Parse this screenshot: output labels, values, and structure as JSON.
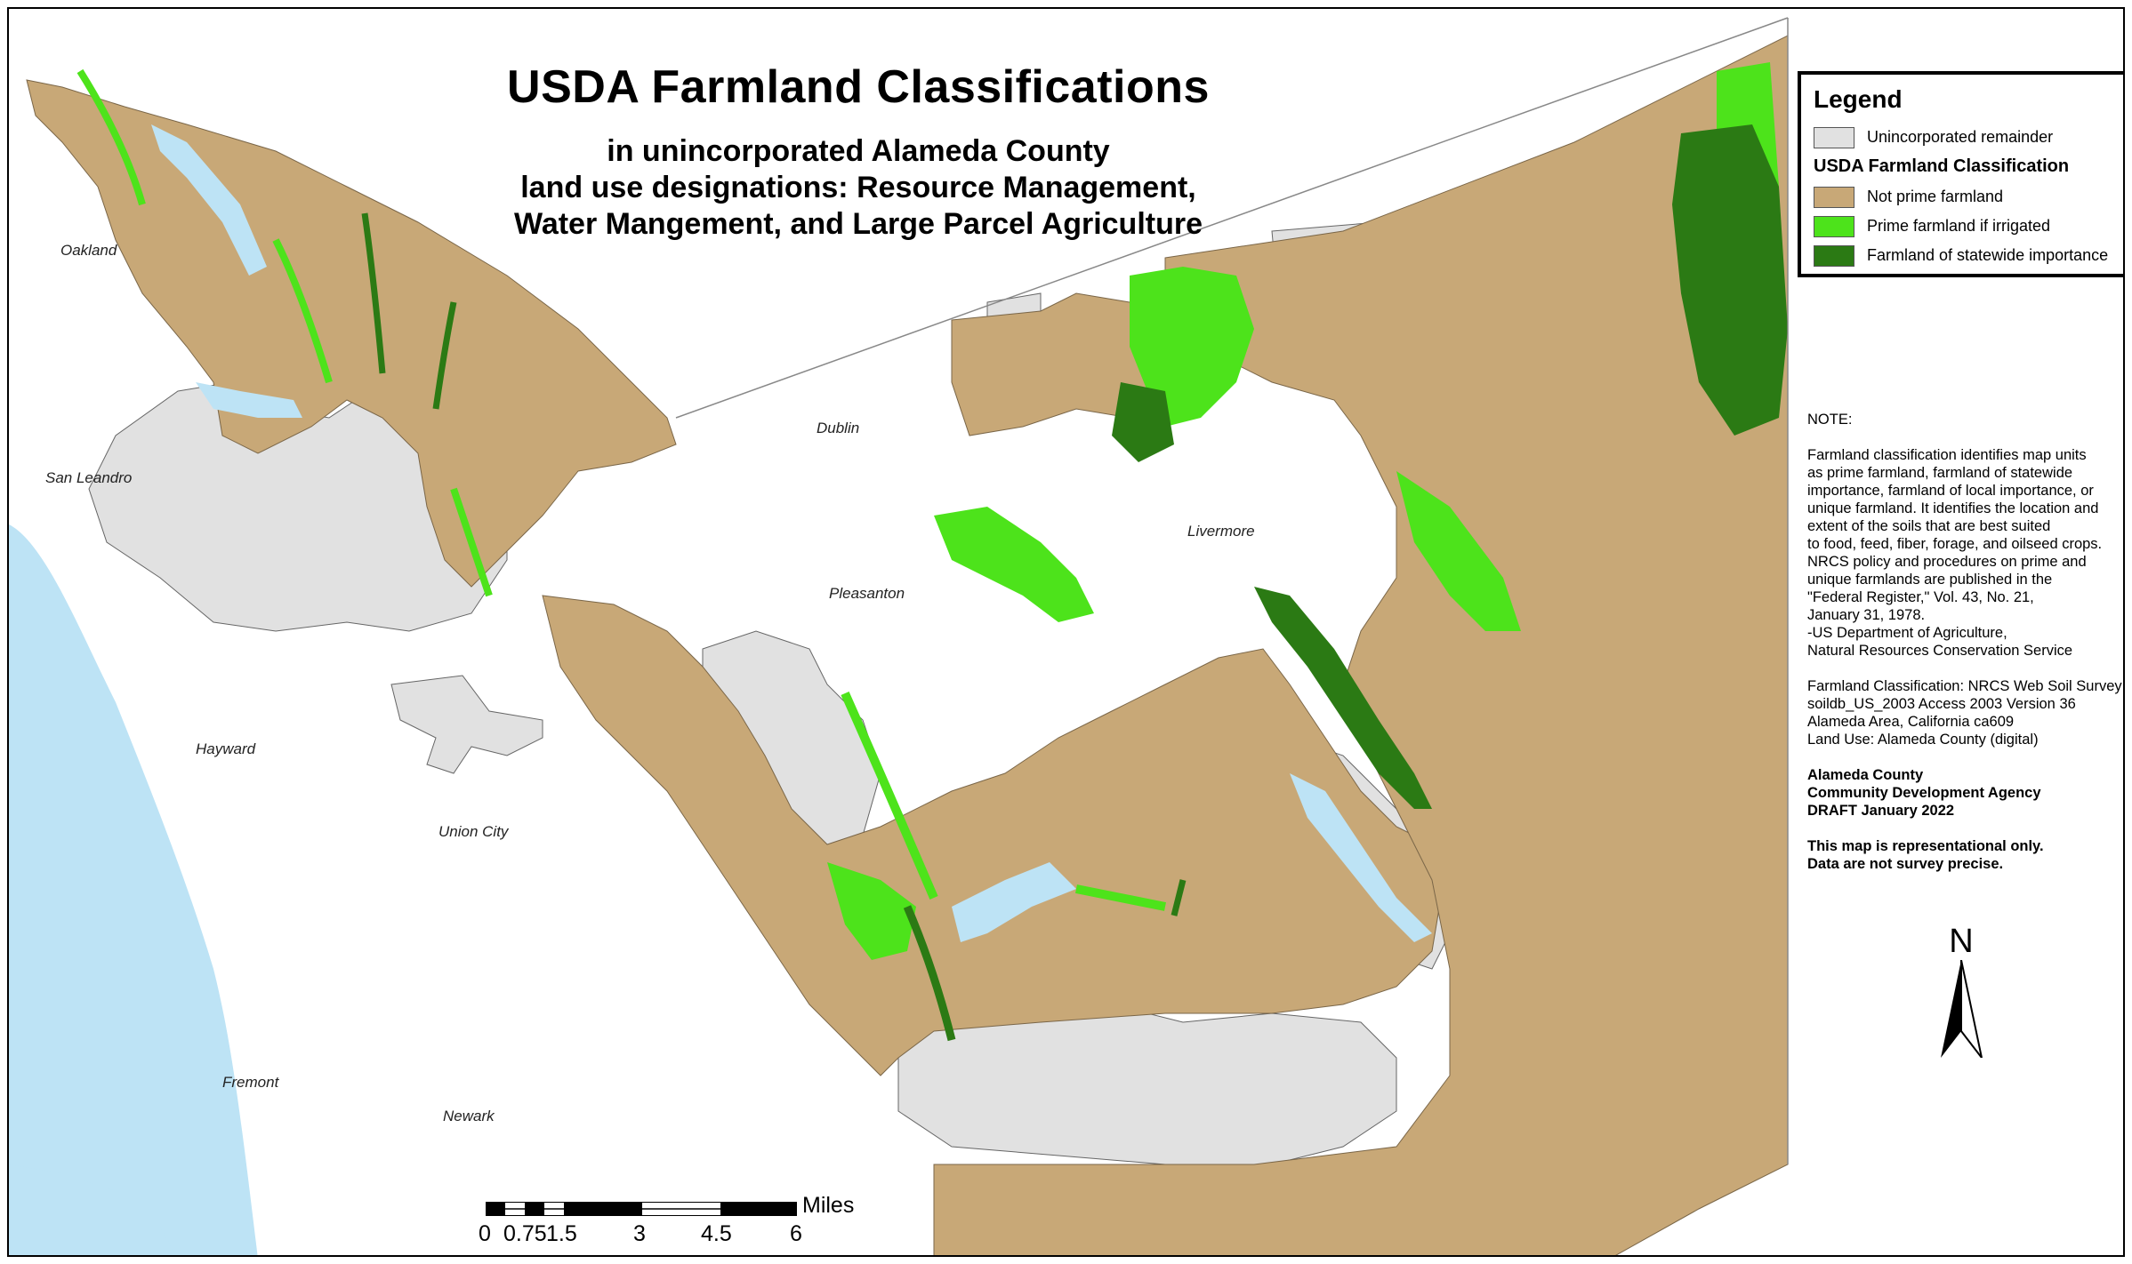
{
  "title": "USDA Farmland Classifications",
  "subtitle_lines": [
    "in unincorporated Alameda County",
    "land use designations: Resource Management,",
    "Water Mangement, and Large Parcel Agriculture"
  ],
  "legend": {
    "title": "Legend",
    "items": [
      {
        "label": "Unincorporated remainder",
        "color": "#e1e1e1"
      },
      {
        "heading": "USDA Farmland Classification"
      },
      {
        "label": "Not prime farmland",
        "color": "#c8a877"
      },
      {
        "label": "Prime farmland if irrigated",
        "color": "#4de31b"
      },
      {
        "label": "Farmland of statewide importance",
        "color": "#2b7a14"
      }
    ]
  },
  "notes": {
    "heading": "NOTE:",
    "paragraph_lines": [
      "Farmland classification identifies map units",
      "as prime farmland, farmland of statewide",
      "importance, farmland of local importance, or",
      "unique farmland. It identifies the location and",
      "extent of the soils that are best suited",
      "to food, feed, fiber, forage, and oilseed crops.",
      "NRCS policy and procedures on prime and",
      "unique farmlands are published in the",
      "\"Federal Register,\" Vol. 43, No. 21,",
      "January 31, 1978.",
      "-US Department of Agriculture,",
      "Natural Resources Conservation Service"
    ],
    "source_lines": [
      "Farmland Classification: NRCS Web Soil Survey",
      "soildb_US_2003 Access 2003 Version 36",
      "Alameda Area, California ca609",
      "Land Use: Alameda County (digital)"
    ],
    "agency_lines": [
      "Alameda County",
      "Community Development Agency",
      "DRAFT January 2022"
    ],
    "disclaimer_lines": [
      "This map is representational only.",
      "Data are not survey precise."
    ]
  },
  "places": [
    "Oakland",
    "San Leandro",
    "Hayward",
    "Union City",
    "Fremont",
    "Newark",
    "Dublin",
    "Pleasanton",
    "Livermore"
  ],
  "north_arrow": "N",
  "scale": {
    "unit": "Miles",
    "ticks": [
      "0",
      "0.75",
      "1.5",
      "3",
      "4.5",
      "6"
    ]
  },
  "colors": {
    "water": "#bde3f5",
    "unincorporated": "#e1e1e1",
    "not_prime": "#c8a877",
    "prime_irrigated": "#4de31b",
    "statewide": "#2b7a14"
  }
}
